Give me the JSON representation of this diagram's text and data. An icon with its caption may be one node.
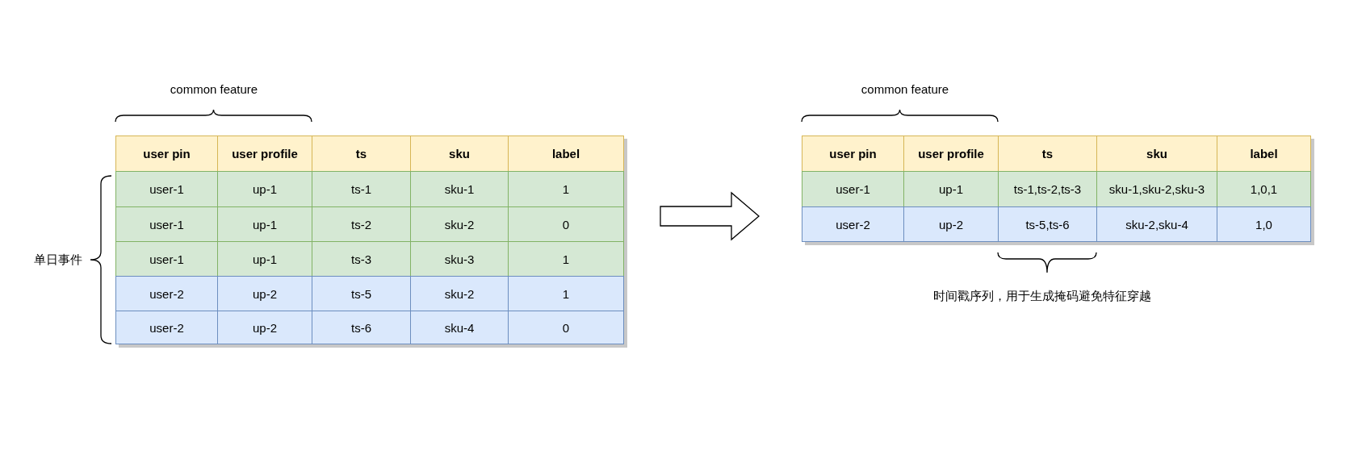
{
  "diagram": {
    "nodes": [
      {
        "text": [],
        "shape": "box"
      },
      {
        "text": [
          "user pin"
        ],
        "in": 0
      },
      {
        "text": [
          "user profile"
        ],
        "in": 0
      },
      {
        "text": [
          "ts"
        ],
        "in": 0
      },
      {
        "text": [
          "sku"
        ],
        "in": 0
      },
      {
        "text": [
          "label"
        ],
        "in": 0
      },
      {
        "text": [
          "user-1"
        ],
        "in": 0
      },
      {
        "text": [
          "up-1"
        ],
        "in": 0
      },
      {
        "text": [
          "ts-1"
        ],
        "in": 0
      },
      {
        "text": [
          "sku-1"
        ],
        "in": 0
      },
      {
        "text": [
          "1"
        ],
        "in": 0
      },
      {
        "text": [
          "user-1"
        ],
        "in": 0
      },
      {
        "text": [
          "up-1"
        ],
        "in": 0
      },
      {
        "text": [
          "ts-2"
        ],
        "in": 0
      },
      {
        "text": [
          "sku-2"
        ],
        "in": 0
      },
      {
        "text": [
          "0"
        ],
        "in": 0
      },
      {
        "text": [
          "user-1"
        ],
        "in": 0
      },
      {
        "text": [
          "up-1"
        ],
        "in": 0
      },
      {
        "text": [
          "ts-3"
        ],
        "in": 0
      },
      {
        "text": [
          "sku-3"
        ],
        "in": 0
      },
      {
        "text": [
          "1"
        ],
        "in": 0
      },
      {
        "text": [
          "user-2"
        ],
        "in": 0
      },
      {
        "text": [
          "up-2"
        ],
        "in": 0
      },
      {
        "text": [
          "ts-5"
        ],
        "in": 0
      },
      {
        "text": [
          "sku-2"
        ],
        "in": 0
      },
      {
        "text": [
          "1"
        ],
        "in": 0
      },
      {
        "text": [
          "user-2"
        ],
        "in": 0
      },
      {
        "text": [
          "up-2"
        ],
        "in": 0
      },
      {
        "text": [
          "ts-6"
        ],
        "in": 0
      },
      {
        "text": [
          "sku-4"
        ],
        "in": 0
      },
      {
        "text": [
          "0"
        ],
        "in": 0
      },
      {
        "text": [],
        "shape": "box"
      },
      {
        "text": [
          "user pin"
        ],
        "in": 31
      },
      {
        "text": [
          "user profile"
        ],
        "in": 31
      },
      {
        "text": [
          "ts"
        ],
        "in": 31
      },
      {
        "text": [
          "sku"
        ],
        "in": 31
      },
      {
        "text": [
          "label"
        ],
        "in": 31
      },
      {
        "text": [
          "user-1"
        ],
        "in": 31
      },
      {
        "text": [
          "up-1"
        ],
        "in": 31
      },
      {
        "text": [
          "ts-1,ts-2,ts-3"
        ],
        "in": 31
      },
      {
        "text": [
          "sku-1,sku-2,sku-3"
        ],
        "in": 31
      },
      {
        "text": [
          "1,0,1"
        ],
        "in": 31
      },
      {
        "text": [
          "user-2"
        ],
        "in": 31
      },
      {
        "text": [
          "up-2"
        ],
        "in": 31
      },
      {
        "text": [
          "ts-5,ts-6"
        ],
        "in": 31
      },
      {
        "text": [
          "sku-2,sku-4"
        ],
        "in": 31
      },
      {
        "text": [
          "1,0"
        ],
        "in": 31
      }
    ],
    "edges": [
      {
        "from": 0,
        "to": 31,
        "arrow": "to"
      }
    ],
    "labels": [
      "common feature",
      "common feature",
      "单日事件",
      "时间戳序列，用于生成掩码避免特征穿越"
    ]
  }
}
